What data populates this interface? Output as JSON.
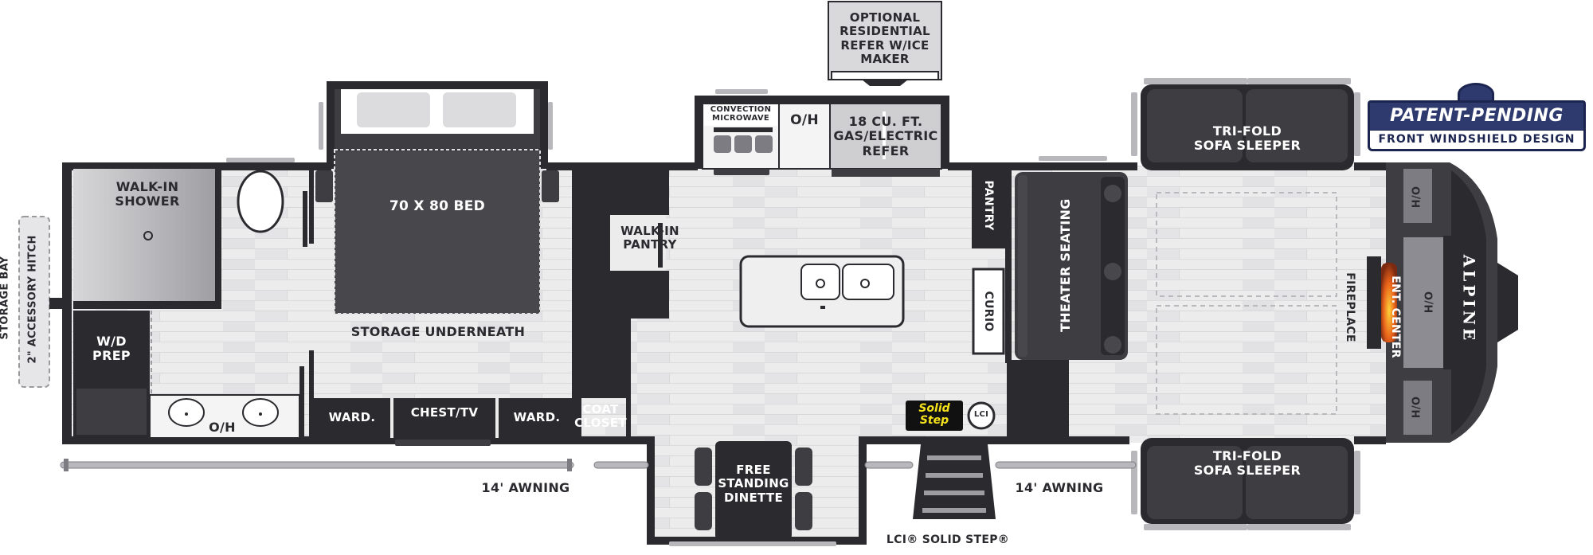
{
  "rooms": {
    "optional_refer": "OPTIONAL\nRESIDENTIAL\nREFER W/ICE\nMAKER",
    "convection": "CONVECTION\nMICROWAVE",
    "oh_kitchen": "O/H",
    "refer": "18 CU. FT.\nGAS/ELECTRIC\nREFER",
    "walkin_shower": "WALK-IN\nSHOWER",
    "bed": "70 X 80 BED",
    "storage_underneath": "STORAGE UNDERNEATH",
    "wd_prep": "W/D\nPREP",
    "oh_bath": "O/H",
    "ward_left": "WARD.",
    "chest_tv": "CHEST/TV",
    "ward_right": "WARD.",
    "coat_closet": "COAT\nCLOSET",
    "walkin_pantry": "WALK-IN\nPANTRY",
    "pantry": "PANTRY",
    "curio": "CURIO",
    "theater_seating": "THEATER SEATING",
    "sofa_top": "TRI-FOLD\nSOFA SLEEPER",
    "sofa_bottom": "TRI-FOLD\nSOFA SLEEPER",
    "fireplace": "FIREPLACE",
    "ent_center": "ENT. CENTER",
    "ho_top": "H/O",
    "ho_mid": "H/O",
    "ho_bottom": "H/O",
    "dinette": "FREE\nSTANDING\nDINETTE",
    "storage_bay": "STORAGE BAY",
    "accessory_hitch": "2\" ACCESSORY HITCH"
  },
  "awnings": {
    "left": "14' AWNING",
    "right": "14' AWNING"
  },
  "steps": {
    "label": "LCI® SOLID STEP®",
    "badge": "Solid\nStep",
    "lci": "LCI"
  },
  "branding": {
    "patent": "PATENT-PENDING DESIGN",
    "windshield": "FRONT WINDSHIELD DESIGN",
    "model": "ALPINE"
  },
  "colors": {
    "wall": "#2b2a2f",
    "floor": "#e9e9ea",
    "floor_plank": "#dedee0",
    "cabinet": "#3e3d42",
    "brand_blue": "#2e3a6e",
    "step_yellow": "#f6e21c",
    "fire_orange": "#e8611a"
  }
}
